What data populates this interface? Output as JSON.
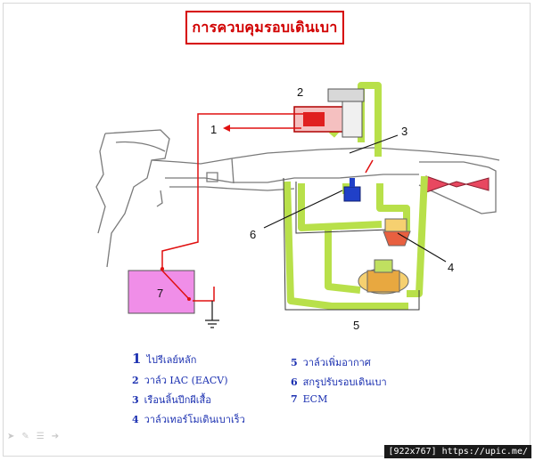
{
  "title": "การควบคุมรอบเดินเบา",
  "callouts": [
    "1",
    "2",
    "3",
    "4",
    "5",
    "6",
    "7"
  ],
  "legend": [
    {
      "num": "1",
      "label": "ไปรีเลย์หลัก"
    },
    {
      "num": "2",
      "label": "วาล์ว IAC (EACV)"
    },
    {
      "num": "3",
      "label": "เรือนลิ้นปีกผีเสื้อ"
    },
    {
      "num": "4",
      "label": "วาล์วเทอร์โมเดินเบาเร็ว"
    },
    {
      "num": "5",
      "label": "วาล์วเพิ่มอากาศ"
    },
    {
      "num": "6",
      "label": "สกรูปรับรอบเดินเบา"
    },
    {
      "num": "7",
      "label": "ECM"
    }
  ],
  "footer": "[922x767] https://upic.me/",
  "colors": {
    "title": "#d10000",
    "legend": "#1a2fb0",
    "air_passage": "#b8e04a",
    "wire": "#e01010",
    "ecm": "#f08ee8"
  }
}
